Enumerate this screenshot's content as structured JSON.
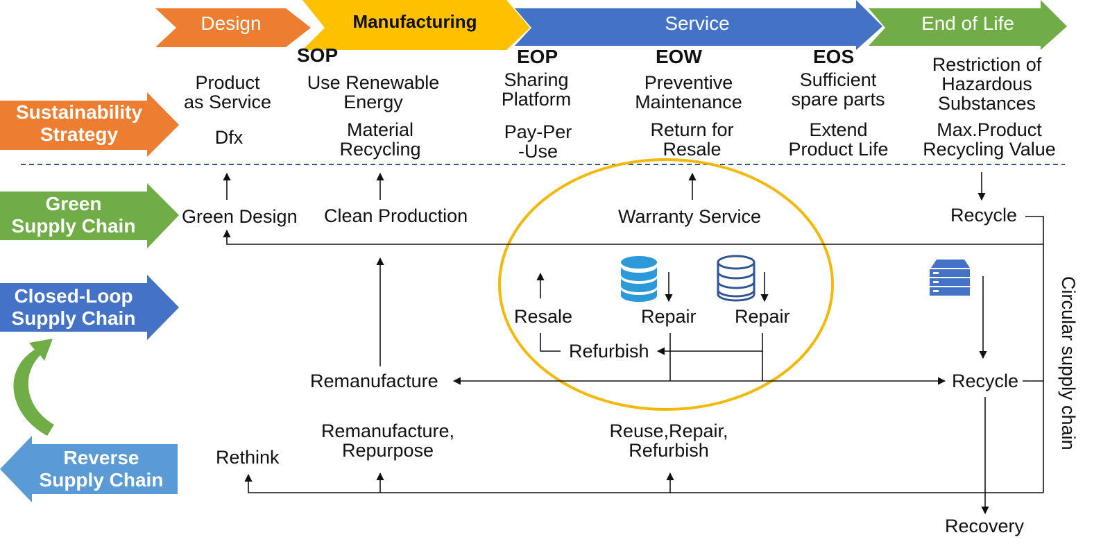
{
  "phases": [
    {
      "label": "Design",
      "color": "#ED7D31"
    },
    {
      "label": "Manufacturing",
      "color": "#FFC000"
    },
    {
      "label": "Service",
      "color": "#4472C4"
    },
    {
      "label": "End of Life",
      "color": "#70AD47"
    }
  ],
  "milestones": [
    "SOP",
    "EOP",
    "EOW",
    "EOS"
  ],
  "side_labels": {
    "sustainability": [
      "Sustainability",
      "Strategy"
    ],
    "green": [
      "Green",
      "Supply Chain"
    ],
    "closed_loop": [
      "Closed-Loop",
      "Supply Chain"
    ],
    "reverse": [
      "Reverse",
      "Supply Chain"
    ]
  },
  "strategy": {
    "product_as_service": [
      "Product",
      "as  Service"
    ],
    "dfx": "Dfx",
    "renewable": [
      "Use Renewable",
      "Energy"
    ],
    "material_recycling": [
      "Material",
      "Recycling"
    ],
    "sharing": [
      "Sharing",
      "Platform"
    ],
    "pay_per_use": [
      "Pay-Per",
      "-Use"
    ],
    "preventive": [
      "Preventive",
      "Maintenance"
    ],
    "return_resale": [
      "Return for",
      "Resale"
    ],
    "spare_parts": [
      "Sufficient",
      "spare parts"
    ],
    "extend_life": [
      "Extend",
      "Product Life"
    ],
    "hazardous": [
      "Restriction of",
      "Hazardous",
      "Substances"
    ],
    "max_recycling": [
      "Max.Product",
      "Recycling Value"
    ]
  },
  "nodes": {
    "green_design": "Green Design",
    "clean_production": "Clean Production",
    "warranty_service": "Warranty Service",
    "recycle_top": "Recycle",
    "resale": "Resale",
    "repair1": "Repair",
    "repair2": "Repair",
    "refurbish": "Refurbish",
    "remanufacture": "Remanufacture",
    "recycle_mid": "Recycle",
    "rethink": "Rethink",
    "remanufacture_repurpose": [
      "Remanufacture,",
      "Repurpose"
    ],
    "reuse_repair": [
      "Reuse,Repair,",
      "Refurbish"
    ],
    "recovery": "Recovery",
    "circular": "Circular supply chain"
  },
  "colors": {
    "sustainability": "#ED7D31",
    "green": "#70AD47",
    "closed_loop": "#4472C4",
    "reverse": "#5B9BD5",
    "ellipse": "#F2B90C",
    "dashed": "#2F5597",
    "disk_filled": "#2C9AD8",
    "disk_outline": "#2F5597",
    "server": "#4472C4",
    "curved_arrow": "#70AD47"
  },
  "icons": [
    "database-filled-icon",
    "database-outline-icon",
    "server-icon",
    "curved-arrow-icon"
  ]
}
